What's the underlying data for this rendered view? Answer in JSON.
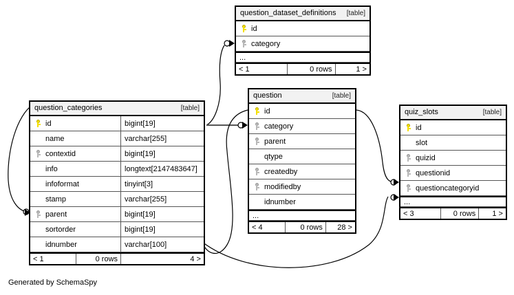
{
  "diagram": {
    "caption": "Generated by SchemaSpy",
    "kind_label": "[table]",
    "ellipsis": "...",
    "icons": {
      "primary_key": "primary-key-icon",
      "foreign_key": "foreign-key-icon"
    },
    "colors": {
      "primary_key": "#f5e000",
      "foreign_key": "#b8b8b8",
      "header_background": "#f2f2f2",
      "border": "#000000",
      "page_background": "#ffffff"
    }
  },
  "tables": [
    {
      "id": "question_dataset_definitions",
      "name": "question_dataset_definitions",
      "kind": "[table]",
      "show_types": false,
      "columns": [
        {
          "name": "id",
          "type": "",
          "key": "pk"
        },
        {
          "name": "category",
          "type": "",
          "key": "fk"
        }
      ],
      "has_ellipsis": true,
      "ellipsis": "...",
      "footer": {
        "prev": "< 1",
        "rows": "0 rows",
        "next": "1 >"
      }
    },
    {
      "id": "question_categories",
      "name": "question_categories",
      "kind": "[table]",
      "show_types": true,
      "columns": [
        {
          "name": "id",
          "type": "bigint[19]",
          "key": "pk"
        },
        {
          "name": "name",
          "type": "varchar[255]",
          "key": "none"
        },
        {
          "name": "contextid",
          "type": "bigint[19]",
          "key": "fk"
        },
        {
          "name": "info",
          "type": "longtext[2147483647]",
          "key": "none"
        },
        {
          "name": "infoformat",
          "type": "tinyint[3]",
          "key": "none"
        },
        {
          "name": "stamp",
          "type": "varchar[255]",
          "key": "none"
        },
        {
          "name": "parent",
          "type": "bigint[19]",
          "key": "fk"
        },
        {
          "name": "sortorder",
          "type": "bigint[19]",
          "key": "none"
        },
        {
          "name": "idnumber",
          "type": "varchar[100]",
          "key": "none"
        }
      ],
      "has_ellipsis": false,
      "ellipsis": "",
      "footer": {
        "prev": "< 1",
        "rows": "0 rows",
        "next": "4 >"
      }
    },
    {
      "id": "question",
      "name": "question",
      "kind": "[table]",
      "show_types": false,
      "columns": [
        {
          "name": "id",
          "type": "",
          "key": "pk"
        },
        {
          "name": "category",
          "type": "",
          "key": "fk"
        },
        {
          "name": "parent",
          "type": "",
          "key": "fk"
        },
        {
          "name": "qtype",
          "type": "",
          "key": "none"
        },
        {
          "name": "createdby",
          "type": "",
          "key": "fk"
        },
        {
          "name": "modifiedby",
          "type": "",
          "key": "fk"
        },
        {
          "name": "idnumber",
          "type": "",
          "key": "none"
        }
      ],
      "has_ellipsis": true,
      "ellipsis": "...",
      "footer": {
        "prev": "< 4",
        "rows": "0 rows",
        "next": "28 >"
      }
    },
    {
      "id": "quiz_slots",
      "name": "quiz_slots",
      "kind": "[table]",
      "show_types": false,
      "columns": [
        {
          "name": "id",
          "type": "",
          "key": "pk"
        },
        {
          "name": "slot",
          "type": "",
          "key": "none"
        },
        {
          "name": "quizid",
          "type": "",
          "key": "fk"
        },
        {
          "name": "questionid",
          "type": "",
          "key": "fk"
        },
        {
          "name": "questioncategoryid",
          "type": "",
          "key": "fk"
        }
      ],
      "has_ellipsis": true,
      "ellipsis": "...",
      "footer": {
        "prev": "< 3",
        "rows": "0 rows",
        "next": "1 >"
      }
    }
  ],
  "relationships": [
    {
      "from_table": "question_categories",
      "from_column": "id",
      "to_table": "question_dataset_definitions",
      "to_column": "category"
    },
    {
      "from_table": "question_categories",
      "from_column": "id",
      "to_table": "question",
      "to_column": "category"
    },
    {
      "from_table": "question_categories",
      "from_column": "id",
      "to_table": "question_categories",
      "to_column": "parent"
    },
    {
      "from_table": "question_categories",
      "from_column": "id",
      "to_table": "quiz_slots",
      "to_column": "questioncategoryid"
    },
    {
      "from_table": "question",
      "from_column": "id",
      "to_table": "quiz_slots",
      "to_column": "questionid"
    },
    {
      "from_table": "question",
      "from_column": "id",
      "to_table": "question",
      "to_column": "parent"
    }
  ]
}
